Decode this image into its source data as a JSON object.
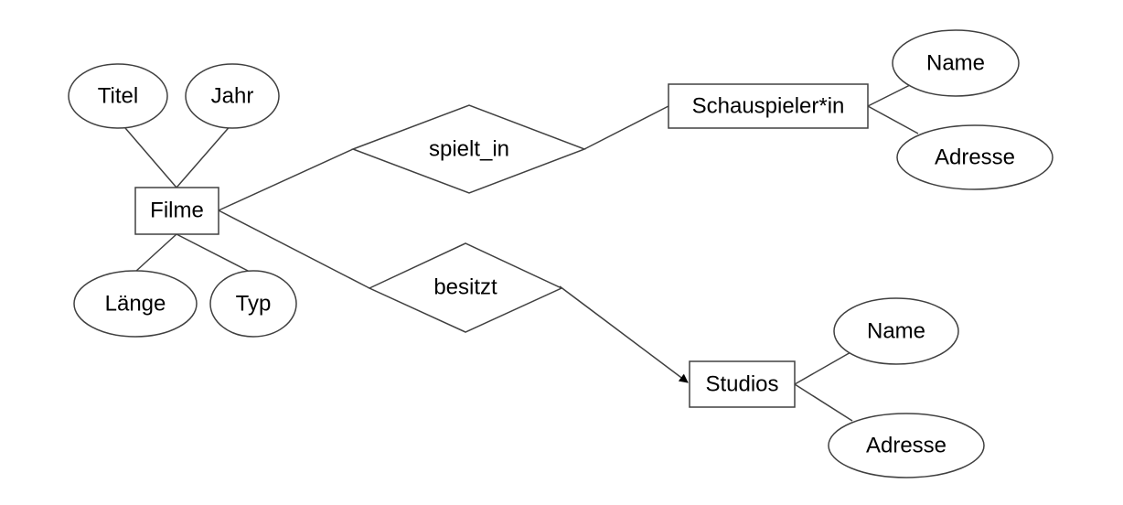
{
  "entities": {
    "filme": "Filme",
    "schauspieler": "Schauspieler*in",
    "studios": "Studios"
  },
  "relationships": {
    "spielt_in": "spielt_in",
    "besitzt": "besitzt"
  },
  "attributes": {
    "filme_titel": "Titel",
    "filme_jahr": "Jahr",
    "filme_laenge": "Länge",
    "filme_typ": "Typ",
    "schauspieler_name": "Name",
    "schauspieler_adresse": "Adresse",
    "studios_name": "Name",
    "studios_adresse": "Adresse"
  }
}
